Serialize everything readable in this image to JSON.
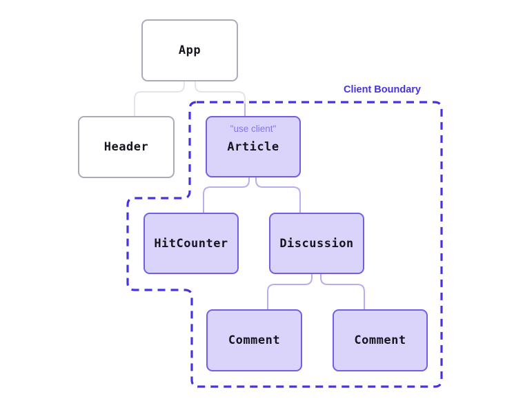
{
  "diagram": {
    "boundary": {
      "label": "Client Boundary"
    },
    "nodes": {
      "app": {
        "label": "App",
        "type": "server"
      },
      "header": {
        "label": "Header",
        "type": "server"
      },
      "article": {
        "label": "Article",
        "type": "client",
        "directive": "\"use client\""
      },
      "hitCounter": {
        "label": "HitCounter",
        "type": "client"
      },
      "discussion": {
        "label": "Discussion",
        "type": "client"
      },
      "comment1": {
        "label": "Comment",
        "type": "client"
      },
      "comment2": {
        "label": "Comment",
        "type": "client"
      }
    },
    "edges": [
      {
        "from": "App",
        "to": "Header"
      },
      {
        "from": "App",
        "to": "Article"
      },
      {
        "from": "Article",
        "to": "HitCounter"
      },
      {
        "from": "Article",
        "to": "Discussion"
      },
      {
        "from": "Discussion",
        "to": "Comment"
      },
      {
        "from": "Discussion",
        "to": "Comment"
      }
    ],
    "colors": {
      "boundary": "#4433e0",
      "client_box_border": "#6f5ee8",
      "client_box_fill": "#dad4fb",
      "server_box_border": "#abaab9",
      "server_box_fill": "#ffffff",
      "edge_server": "#e3e3ee",
      "edge_client": "#b7aef2",
      "directive_text": "#8374ee",
      "node_text": "#15151f"
    }
  }
}
